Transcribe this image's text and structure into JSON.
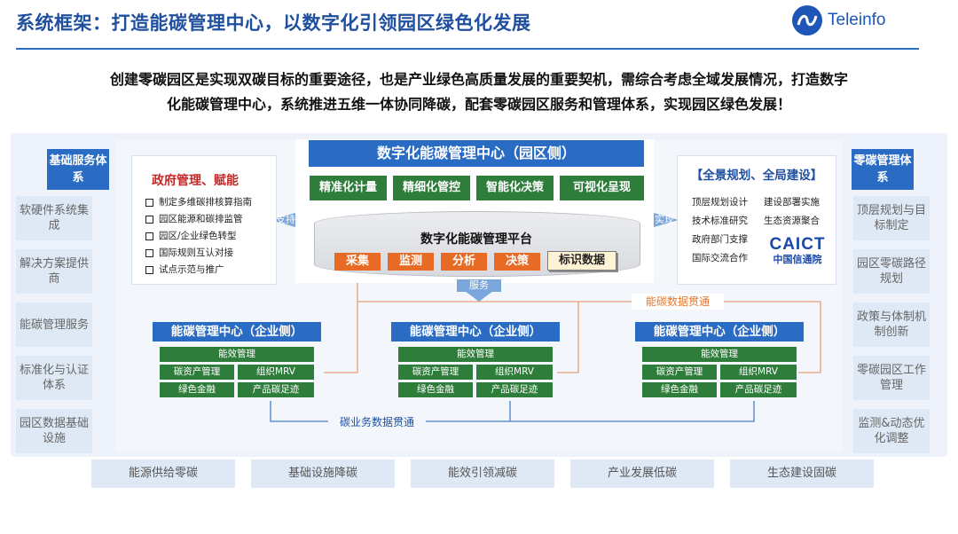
{
  "header": {
    "title": "系统框架：打造能碳管理中心，以数字化引领园区绿色化发展",
    "logo_text": "Teleinfo"
  },
  "intro": {
    "line1": "创建零碳园区是实现双碳目标的重要途径，也是产业绿色高质量发展的重要契机，需综合考虑全域发展情况，打造数字",
    "line2": "化能碳管理中心，系统推进五维一体协同降碳，配套零碳园区服务和管理体系，实现园区绿色发展！"
  },
  "left_side": {
    "header": "基础服务体系",
    "items": [
      "软硬件系统集成",
      "解决方案提供商",
      "能碳管理服务",
      "标准化与认证体系",
      "园区数据基础设施"
    ]
  },
  "right_side": {
    "header": "零碳管理体系",
    "items": [
      "顶层规划与目标制定",
      "园区零碳路径规划",
      "政策与体制机制创新",
      "零碳园区工作管理",
      "监测&动态优化调整"
    ]
  },
  "gov": {
    "title": "政府管理、赋能",
    "items": [
      "制定多维碳排核算指南",
      "园区能源和碳排监管",
      "园区/企业绿色转型",
      "国际规则互认对接",
      "试点示范与推广"
    ],
    "arrow": "支持"
  },
  "planning": {
    "title": "【全景规划、全局建设】",
    "items": [
      "顶层规划设计",
      "建设部署实施",
      "技术标准研究",
      "生态资源聚合",
      "政府部门支撑",
      "国际交流合作"
    ],
    "arrow": "实现",
    "caict_logo": "CAICT",
    "caict_cn": "中国信通院"
  },
  "center": {
    "title": "数字化能碳管理中心（园区侧）",
    "features": [
      "精准化计量",
      "精细化管控",
      "智能化决策",
      "可视化呈现"
    ],
    "platform_title": "数字化能碳管理平台",
    "modules": [
      "采集",
      "监测",
      "分析",
      "决策"
    ],
    "tag": "标识数据",
    "service_arrow": "服务"
  },
  "enterprise": {
    "title": "能碳管理中心（企业侧）",
    "top": "能效管理",
    "cells": [
      "碳资产管理",
      "组织MRV",
      "绿色金融",
      "产品碳足迹"
    ]
  },
  "links": {
    "energy_carbon": "能碳数据贯通",
    "carbon_business": "碳业务数据贯通"
  },
  "bottom": [
    "能源供给零碳",
    "基础设施降碳",
    "能效引领减碳",
    "产业发展低碳",
    "生态建设固碳"
  ],
  "colors": {
    "primary_blue": "#2a6bc3",
    "green": "#2f7d3b",
    "orange": "#e86b25",
    "red": "#c62828"
  }
}
